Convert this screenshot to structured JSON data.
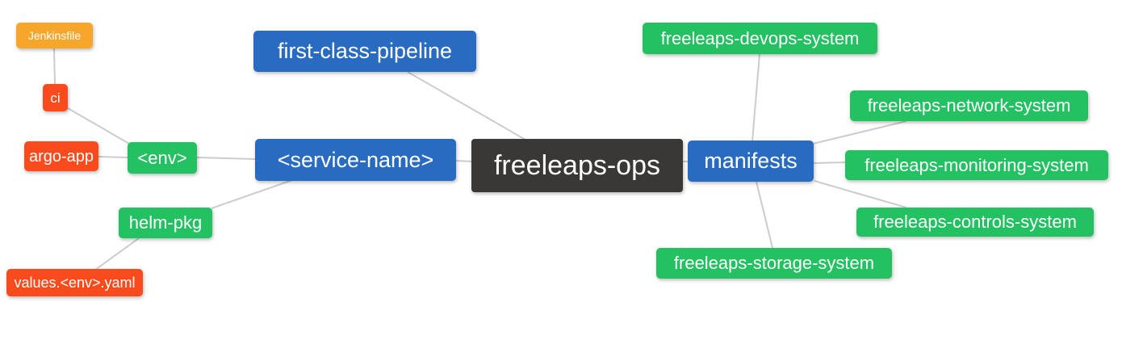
{
  "colors": {
    "blue": "#2a6bc2",
    "green": "#23c161",
    "red": "#f94b1c",
    "amber": "#f7a62c",
    "dark": "#3a3836",
    "edge": "#cccccc"
  },
  "mindmap": {
    "root": {
      "label": "freeleaps-ops"
    },
    "left": {
      "first_class_pipeline": {
        "label": "first-class-pipeline"
      },
      "service_name": {
        "label": "<service-name>"
      },
      "env": {
        "label": "<env>"
      },
      "ci": {
        "label": "ci"
      },
      "jenkinsfile": {
        "label": "Jenkinsfile"
      },
      "argo_app": {
        "label": "argo-app"
      },
      "helm_pkg": {
        "label": "helm-pkg"
      },
      "values_yaml": {
        "label": "values.<env>.yaml"
      }
    },
    "right": {
      "manifests": {
        "label": "manifests"
      },
      "systems": [
        "freeleaps-devops-system",
        "freeleaps-network-system",
        "freeleaps-monitoring-system",
        "freeleaps-controls-system",
        "freeleaps-storage-system"
      ]
    },
    "edges": [
      {
        "from": "Jenkinsfile",
        "to": "ci"
      },
      {
        "from": "ci",
        "to": "<env>"
      },
      {
        "from": "argo-app",
        "to": "<env>"
      },
      {
        "from": "<env>",
        "to": "<service-name>"
      },
      {
        "from": "helm-pkg",
        "to": "<service-name>"
      },
      {
        "from": "values.<env>.yaml",
        "to": "helm-pkg"
      },
      {
        "from": "first-class-pipeline",
        "to": "freeleaps-ops"
      },
      {
        "from": "<service-name>",
        "to": "freeleaps-ops"
      },
      {
        "from": "freeleaps-ops",
        "to": "manifests"
      },
      {
        "from": "manifests",
        "to": "freeleaps-devops-system"
      },
      {
        "from": "manifests",
        "to": "freeleaps-network-system"
      },
      {
        "from": "manifests",
        "to": "freeleaps-monitoring-system"
      },
      {
        "from": "manifests",
        "to": "freeleaps-controls-system"
      },
      {
        "from": "manifests",
        "to": "freeleaps-storage-system"
      }
    ]
  }
}
